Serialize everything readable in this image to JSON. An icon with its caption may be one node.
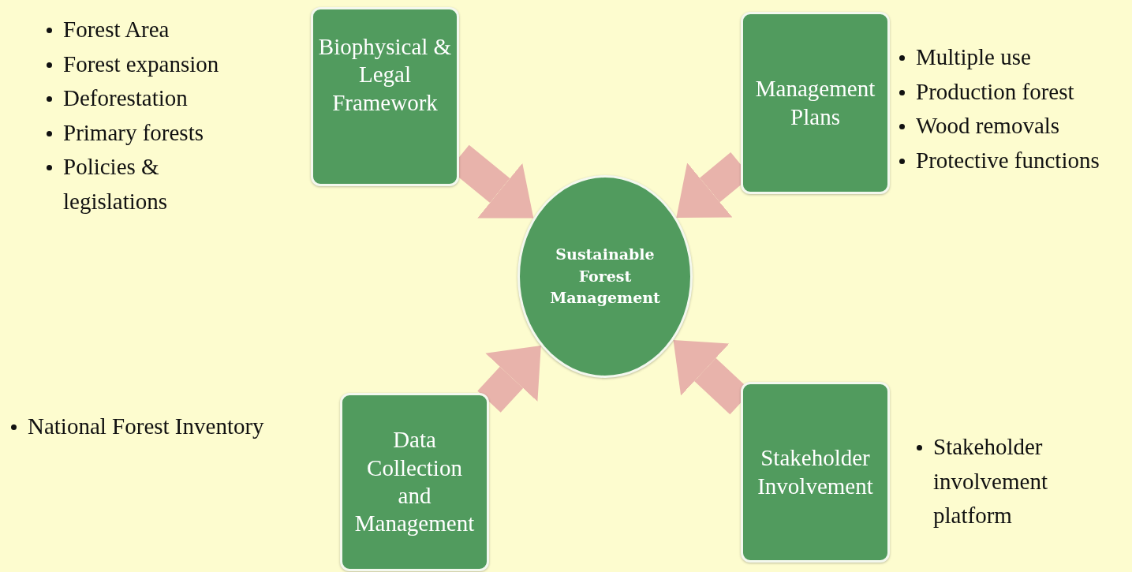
{
  "diagram": {
    "nodes": [
      {
        "text": [
          "Biophysical & Legal Framework"
        ],
        "beside": [
          "Forest Area",
          "Forest expansion",
          "Deforestation",
          "Primary forests",
          "Policies & legislations"
        ]
      },
      {
        "text": [
          "Management Plans"
        ],
        "beside": [
          "Multiple use",
          "Production forest",
          "Wood removals",
          "Protective functions"
        ]
      },
      {
        "text": [
          "Sustainable Forest Management"
        ]
      },
      {
        "text": [
          "Data Collection and Management"
        ],
        "beside": [
          "National Forest Inventory"
        ]
      },
      {
        "text": [
          "Stakeholder Involvement"
        ],
        "beside": [
          "Stakeholder involvement platform"
        ]
      }
    ],
    "edges": [
      {
        "from": 0,
        "to": 2,
        "arrow": "to"
      },
      {
        "from": 1,
        "to": 2,
        "arrow": "to"
      },
      {
        "from": 3,
        "to": 2,
        "arrow": "to"
      },
      {
        "from": 4,
        "to": 2,
        "arrow": "to"
      }
    ]
  }
}
